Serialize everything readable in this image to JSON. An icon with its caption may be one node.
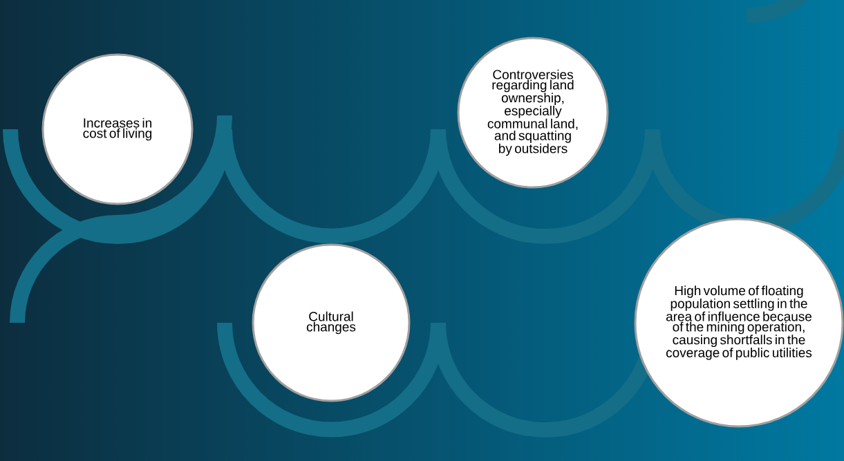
{
  "diagram": {
    "nodes": [
      {
        "text": [
          "Increases in cost of living"
        ]
      },
      {
        "text": [
          "Controversies regarding land ownership, especially communal land, and squatting by outsiders"
        ]
      },
      {
        "text": [
          "Cultural changes"
        ]
      },
      {
        "text": [
          "High volume of floating population settling in the area of influence because of the mining operation, causing shortfalls in the coverage of public utilities"
        ]
      }
    ]
  }
}
